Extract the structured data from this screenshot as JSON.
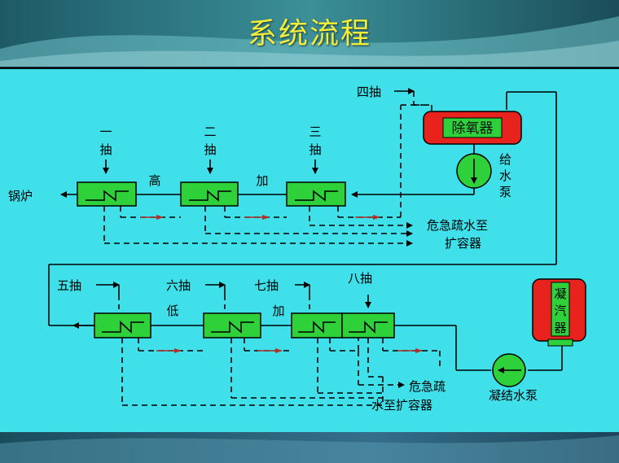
{
  "slide": {
    "title": "系统流程",
    "colors": {
      "panel": "#3fe0ea",
      "heater": "#2fd13a",
      "vessel": "#e8231e",
      "title": "#f4ee3a"
    }
  },
  "high_pressure": {
    "group_label_left": "高",
    "group_label_right": "加",
    "boiler_label": "锅炉",
    "extractions": [
      {
        "line1": "一",
        "line2": "抽"
      },
      {
        "line1": "二",
        "line2": "抽"
      },
      {
        "line1": "三",
        "line2": "抽"
      }
    ],
    "extraction_4": "四抽",
    "deaerator": "除氧器",
    "feed_pump": {
      "line1": "给",
      "line2": "水",
      "line3": "泵"
    },
    "drain_note": {
      "line1": "危急疏水至",
      "line2": "扩容器"
    }
  },
  "low_pressure": {
    "group_label_left": "低",
    "group_label_right": "加",
    "extractions": [
      "五抽",
      "六抽",
      "七抽",
      "八抽"
    ],
    "condenser": {
      "c1": "凝",
      "c2": "汽",
      "c3": "器"
    },
    "condensate_pump": "凝结水泵",
    "drain_note": {
      "line1": "危急疏",
      "line2": "水至扩容器"
    }
  }
}
